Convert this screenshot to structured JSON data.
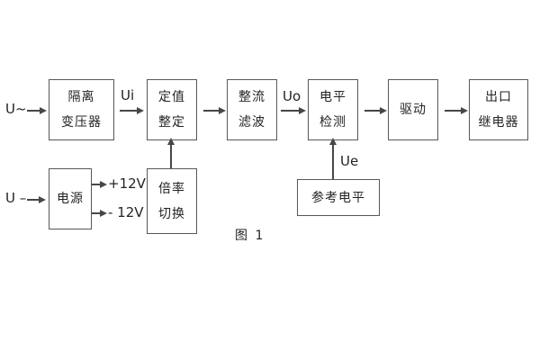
{
  "colors": {
    "line": "#474747",
    "text": "#242424",
    "background": "#ffffff"
  },
  "caption": "图 1",
  "inputs": {
    "ac": "U~",
    "dc": "U –"
  },
  "signals": {
    "ui": "Ui",
    "uo": "Uo",
    "ue": "Ue"
  },
  "power_rails": {
    "positive": "+12V",
    "negative": "- 12V"
  },
  "blocks": {
    "isolation_transformer": {
      "line1": "隔离",
      "line2": "变压器"
    },
    "value_setting": {
      "line1": "定值",
      "line2": "整定"
    },
    "rectify_filter": {
      "line1": "整流",
      "line2": "滤波"
    },
    "level_detection": {
      "line1": "电平",
      "line2": "检测"
    },
    "drive": {
      "label": "驱动"
    },
    "output_relay": {
      "line1": "出口",
      "line2": "继电器"
    },
    "power_supply": {
      "label": "电源"
    },
    "ratio_switch": {
      "line1": "倍率",
      "line2": "切换"
    },
    "reference_level": {
      "label": "参考电平"
    }
  }
}
